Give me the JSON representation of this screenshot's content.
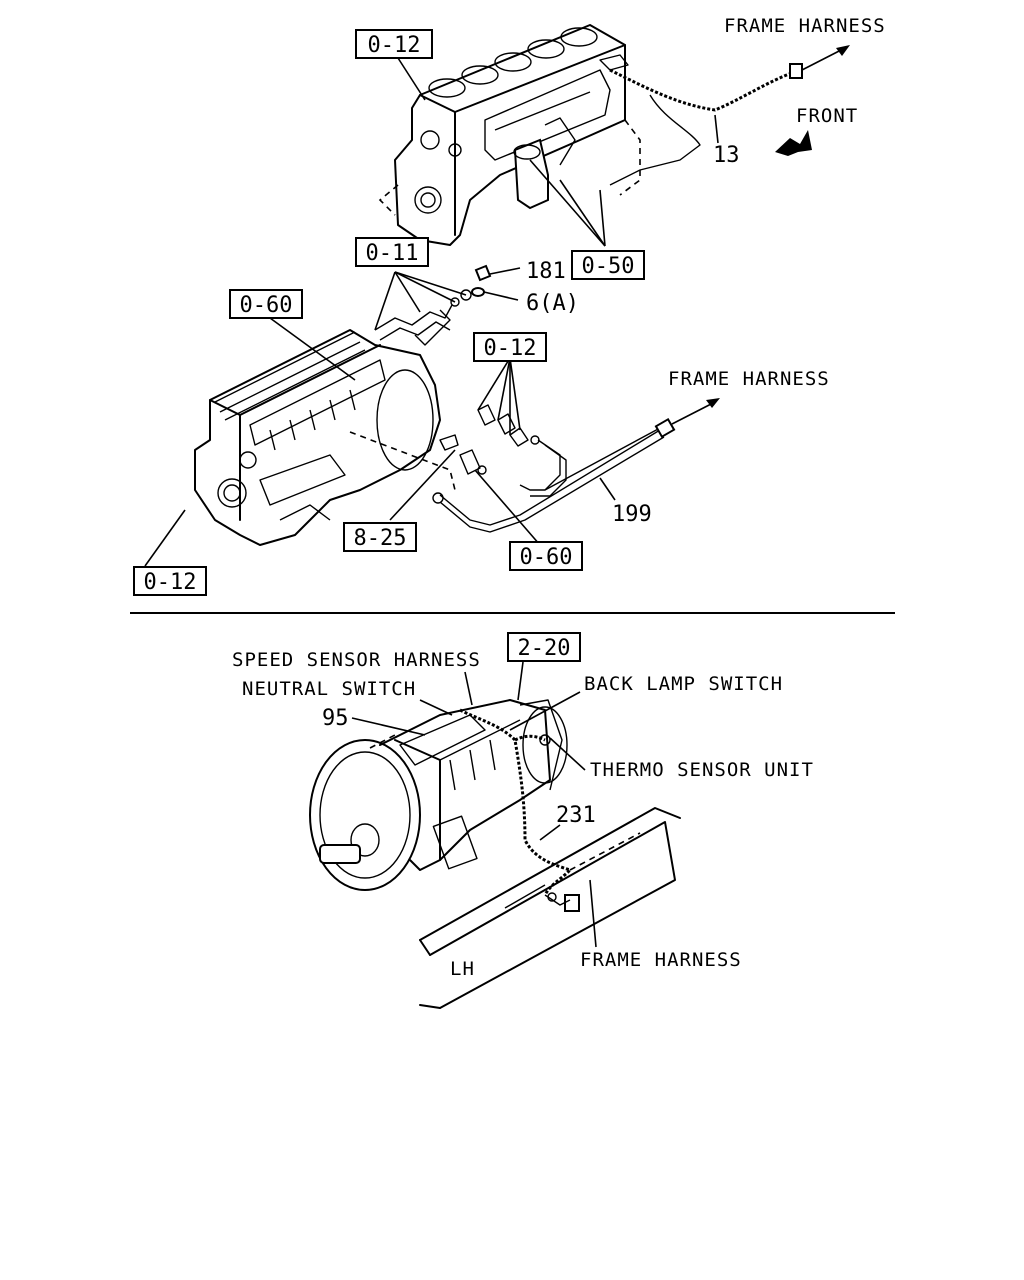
{
  "references": {
    "top_block_ref": "0-12",
    "injector_ref": "0-11",
    "sensor_ref": "0-50",
    "engine_left_ref": "0-60",
    "fitting_ref": "0-12",
    "bolt_ref": "8-25",
    "lower_60_ref": "0-60",
    "engine_base_ref": "0-12",
    "transmission_ref": "2-20"
  },
  "part_numbers": {
    "p13": "13",
    "p181": "181",
    "p6a": "6(A)",
    "p199": "199",
    "p95": "95",
    "p231": "231"
  },
  "labels": {
    "frame_harness_top": "FRAME HARNESS",
    "front": "FRONT",
    "frame_harness_mid": "FRAME HARNESS",
    "speed_sensor_harness": "SPEED SENSOR HARNESS",
    "neutral_switch": "NEUTRAL SWITCH",
    "back_lamp_switch": "BACK LAMP SWITCH",
    "thermo_sensor_unit": "THERMO SENSOR UNIT",
    "frame_harness_bottom": "FRAME HARNESS",
    "lh": "LH"
  }
}
